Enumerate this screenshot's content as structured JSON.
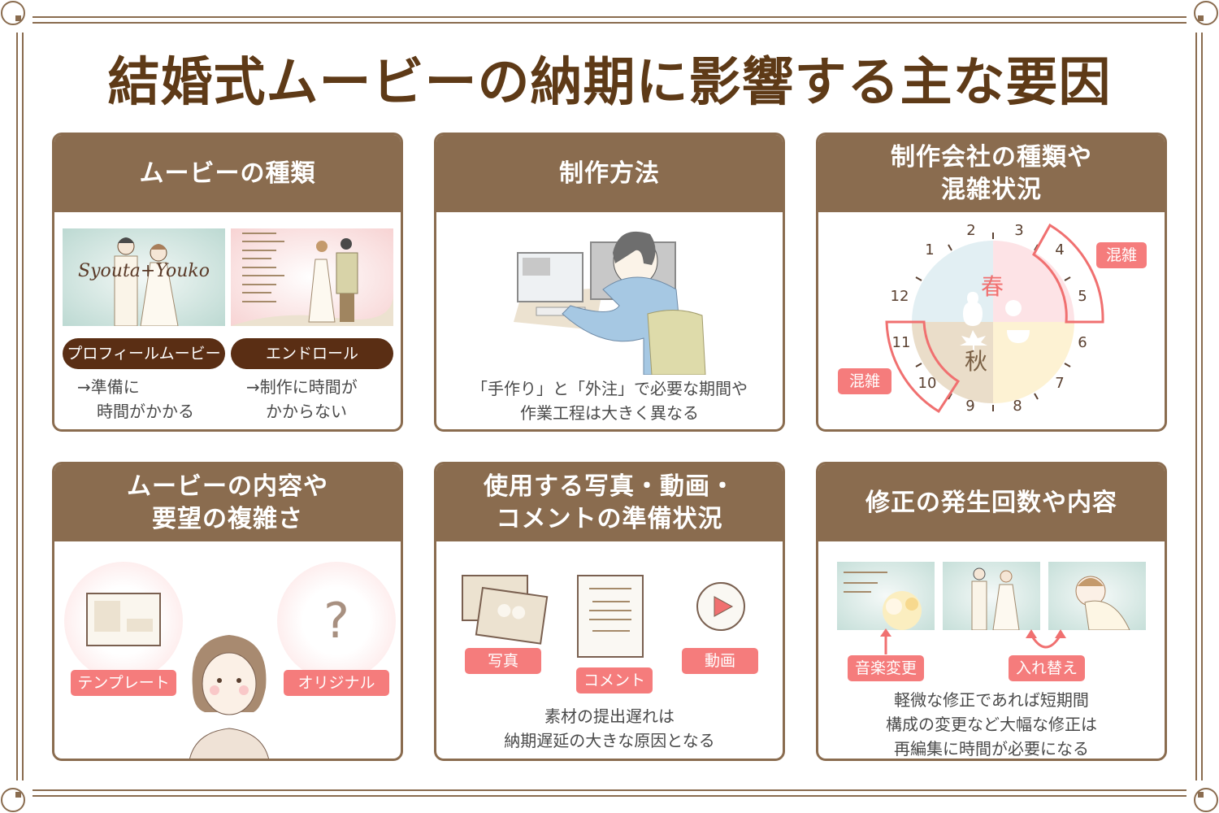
{
  "title": "結婚式ムービーの納期に影響する主な要因",
  "colors": {
    "brown_header": "#8a6c4f",
    "title_brown": "#5e3a17",
    "pill_dark": "#5a2e14",
    "tag_pink": "#f57c7c",
    "spring": "#fde3e6",
    "summer": "#fdf2d3",
    "autumn": "#eaddc9",
    "winter": "#e2eff3"
  },
  "cards": [
    {
      "title": "ムービーの種類",
      "items": [
        {
          "pill": "プロフィールムービー",
          "desc_line1": "→準備に",
          "desc_line2": "時間がかかる",
          "thumb_text": "Syouta+Youko"
        },
        {
          "pill": "エンドロール",
          "desc_line1": "→制作に時間が",
          "desc_line2": "かからない"
        }
      ]
    },
    {
      "title": "制作方法",
      "desc_line1": "「手作り」と「外注」で必要な期間や",
      "desc_line2": "作業工程は大きく異なる"
    },
    {
      "title_line1": "制作会社の種類や",
      "title_line2": "混雑状況",
      "clock": {
        "months": [
          "1",
          "2",
          "3",
          "4",
          "5",
          "6",
          "7",
          "8",
          "9",
          "10",
          "11",
          "12"
        ],
        "spring_label": "春",
        "autumn_label": "秋",
        "busy_label": "混雑",
        "busy_periods": [
          [
            "4",
            "5"
          ],
          [
            "10",
            "11"
          ]
        ]
      }
    },
    {
      "title_line1": "ムービーの内容や",
      "title_line2": "要望の複雑さ",
      "left_tag": "テンプレート",
      "right_tag": "オリジナル",
      "question_mark": "?"
    },
    {
      "title_line1": "使用する写真・動画・",
      "title_line2": "コメントの準備状況",
      "tags": [
        "写真",
        "コメント",
        "動画"
      ],
      "desc_line1": "素材の提出遅れは",
      "desc_line2": "納期遅延の大きな原因となる"
    },
    {
      "title": "修正の発生回数や内容",
      "tags": [
        "音楽変更",
        "入れ替え"
      ],
      "desc_line1": "軽微な修正であれば短期間",
      "desc_line2": "構成の変更など大幅な修正は",
      "desc_line3": "再編集に時間が必要になる"
    }
  ]
}
